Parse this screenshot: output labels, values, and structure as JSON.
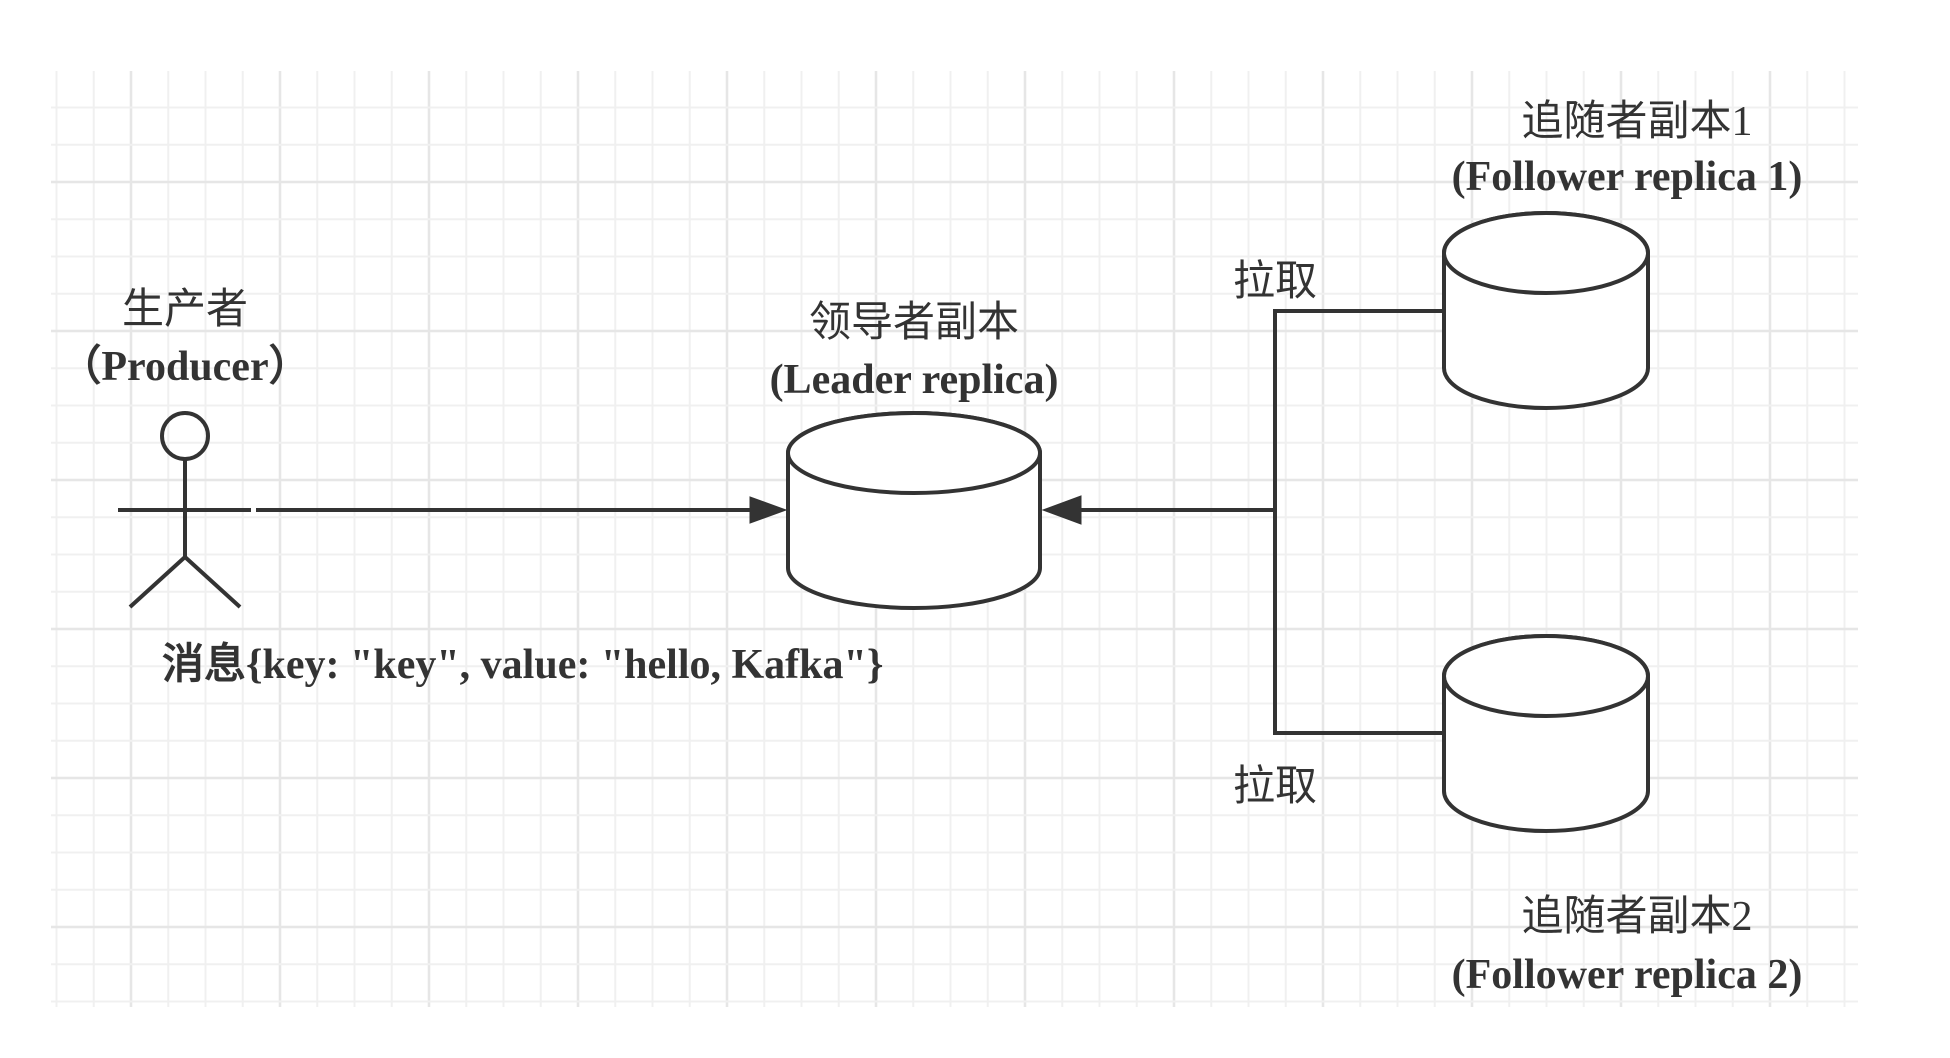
{
  "diagram": {
    "type": "kafka-replication",
    "colors": {
      "stroke": "#333333",
      "text": "#333333",
      "grid_minor": "#f0f0f0",
      "grid_major": "#e6e6e6",
      "background": "#ffffff"
    },
    "nodes": {
      "producer": {
        "kind": "actor",
        "label_cn": "生产者",
        "label_en": "（Producer）"
      },
      "leader": {
        "kind": "database-cylinder",
        "label_cn": "领导者副本",
        "label_en": "(Leader replica)"
      },
      "follower1": {
        "kind": "database-cylinder",
        "label_cn": "追随者副本1",
        "label_en": "(Follower replica 1)"
      },
      "follower2": {
        "kind": "database-cylinder",
        "label_cn": "追随者副本2",
        "label_en": "(Follower replica 2)"
      }
    },
    "edges": [
      {
        "from": "producer",
        "to": "leader",
        "label": "消息{key: \"key\", value: \"hello, Kafka\"}"
      },
      {
        "from": "follower1",
        "to": "leader",
        "label": "拉取"
      },
      {
        "from": "follower2",
        "to": "leader",
        "label": "拉取"
      }
    ]
  }
}
